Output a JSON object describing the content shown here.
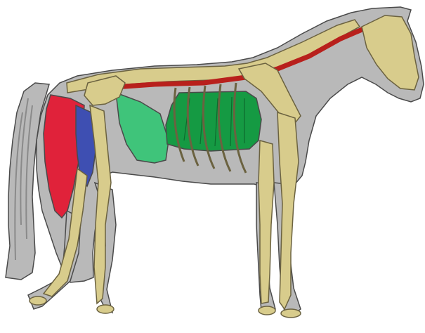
{
  "figure": {
    "subject": "horse-anatomy-illustration",
    "colors": {
      "background": "#ffffff",
      "body": "#b9b9b9",
      "outline": "#4a4a4a",
      "bone": "#d8cc8c",
      "bone_outline": "#6b6240",
      "aorta": "#b8201c",
      "hamstring_red": "#e0223a",
      "hamstring_blue": "#3e4fb2",
      "loin_light_green": "#3fc47a",
      "ribcage_dark_green": "#159a43",
      "mane_stroke": "#8a8a8a"
    },
    "regions": [
      {
        "name": "hind-muscle-red",
        "color_key": "hamstring_red"
      },
      {
        "name": "hind-muscle-blue",
        "color_key": "hamstring_blue"
      },
      {
        "name": "flank-muscle-light-green",
        "color_key": "loin_light_green"
      },
      {
        "name": "thorax-muscle-dark-green",
        "color_key": "ribcage_dark_green"
      },
      {
        "name": "dorsal-blood-vessel",
        "color_key": "aorta"
      },
      {
        "name": "skeleton",
        "color_key": "bone"
      }
    ]
  }
}
